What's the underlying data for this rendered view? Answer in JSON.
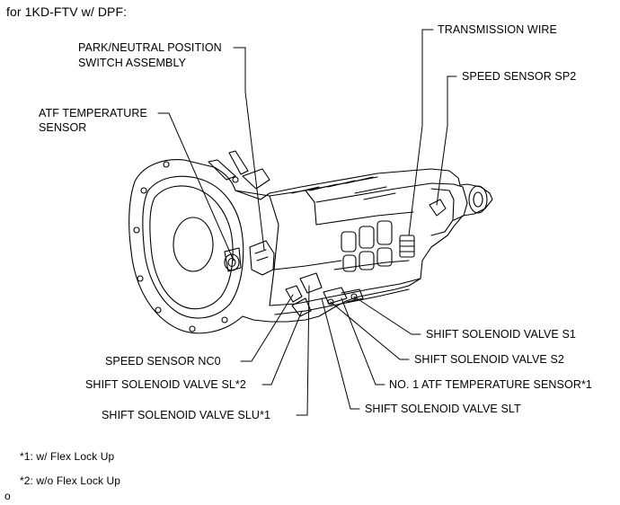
{
  "header": {
    "title": "for 1KD-FTV w/ DPF:"
  },
  "labels": {
    "park_neutral_line1": "PARK/NEUTRAL POSITION",
    "park_neutral_line2": "SWITCH ASSEMBLY",
    "atf_temp_line1": "ATF TEMPERATURE",
    "atf_temp_line2": "SENSOR",
    "transmission_wire": "TRANSMISSION WIRE",
    "speed_sensor_sp2": "SPEED SENSOR SP2",
    "shift_solenoid_s1": "SHIFT SOLENOID VALVE S1",
    "shift_solenoid_s2": "SHIFT SOLENOID VALVE S2",
    "no1_atf_temp": "NO. 1 ATF TEMPERATURE SENSOR*1",
    "shift_solenoid_slt": "SHIFT SOLENOID VALVE SLT",
    "speed_sensor_nc0": "SPEED SENSOR NC0",
    "shift_solenoid_sl": "SHIFT SOLENOID VALVE SL*2",
    "shift_solenoid_slu": "SHIFT SOLENOID VALVE SLU*1"
  },
  "footnotes": {
    "note1": "*1: w/ Flex Lock Up",
    "note2": "*2: w/o Flex Lock Up"
  },
  "corner_mark": "o"
}
